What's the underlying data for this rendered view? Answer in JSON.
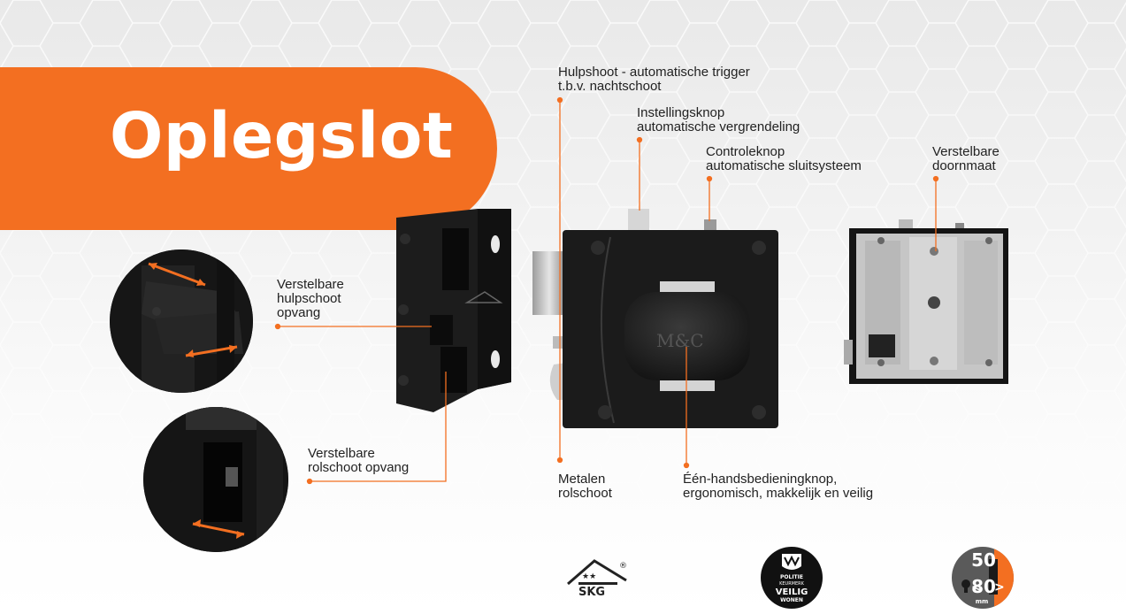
{
  "title": "Oplegslot",
  "logo_text": "M&C",
  "labels": {
    "hulpschoot": {
      "line1": "Hulpshoot - automatische trigger",
      "line2": "t.b.v. nachtschoot"
    },
    "instellingsknop": {
      "line1": "Instellingsknop",
      "line2": "automatische vergrendeling"
    },
    "controleknop": {
      "line1": "Controleknop",
      "line2": "automatische sluitsysteem"
    },
    "doornmaat": {
      "line1": "Verstelbare",
      "line2": "doornmaat"
    },
    "hulpschoot_opvang": {
      "line1": "Verstelbare",
      "line2": "hulpschoot",
      "line3": "opvang"
    },
    "rolschoot_opvang": {
      "line1": "Verstelbare",
      "line2": "rolschoot opvang"
    },
    "metalen_rolschoot": {
      "line1": "Metalen",
      "line2": "rolschoot"
    },
    "bedieningknop": {
      "line1": "Één-handsbedieningknop,",
      "line2": "ergonomisch, makkelijk en veilig"
    }
  },
  "badges": {
    "skg": {
      "text": "SKG",
      "stars": "★★",
      "registered": "®"
    },
    "politie": {
      "line1": "POLITIE",
      "line2": "KEURMERK",
      "line3": "VEILIG",
      "line4": "WONEN"
    },
    "doornmaat": {
      "top": "50",
      "bottom": "80",
      "unit": "mm"
    }
  },
  "colors": {
    "accent": "#f36f21",
    "product": "#1c1c1c",
    "text": "#222222"
  }
}
